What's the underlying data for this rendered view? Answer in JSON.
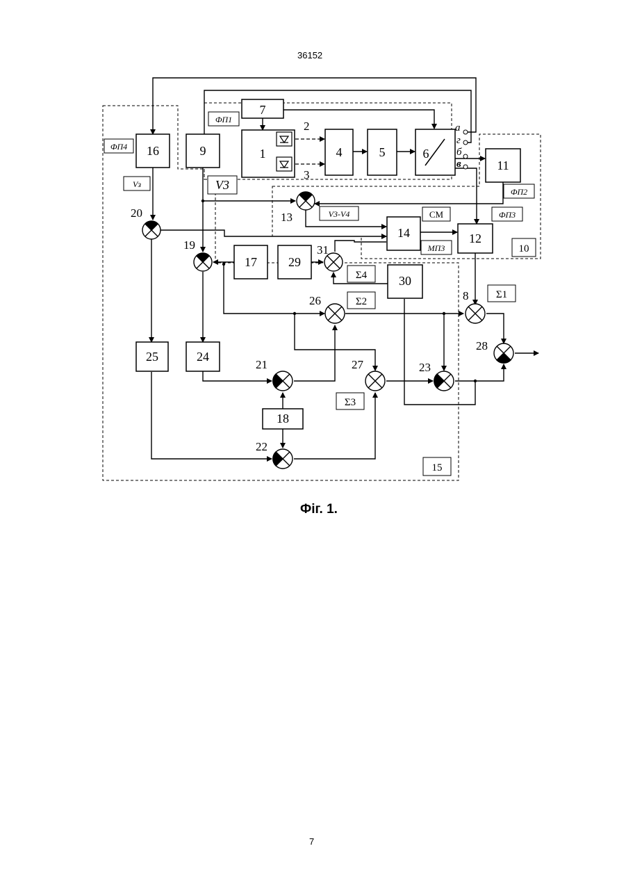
{
  "doc_number": "36152",
  "page_number": "7",
  "caption": "Фіг. 1.",
  "blocks": {
    "b1": "1",
    "b4": "4",
    "b5": "5",
    "b6": "6",
    "b7": "7",
    "b9": "9",
    "b11": "11",
    "b12": "12",
    "b14": "14",
    "b16": "16",
    "b17": "17",
    "b18": "18",
    "b24": "24",
    "b25": "25",
    "b29": "29",
    "b30": "30"
  },
  "nodes": {
    "n8": "8",
    "n13": "13",
    "n19": "19",
    "n20": "20",
    "n21": "21",
    "n22": "22",
    "n23": "23",
    "n26": "26",
    "n27": "27",
    "n28": "28",
    "n31": "31"
  },
  "labels": {
    "ray2": "2",
    "ray3": "3",
    "sw_a": "а",
    "sw_g": "г",
    "sw_b": "б",
    "sw_v": "в",
    "fp1": "ФП1",
    "fp2": "ФП2",
    "fp3": "ФП3",
    "fp4": "ФП4",
    "v3_small": "Vз",
    "v3_big": "V3",
    "v3v4": "V3-V4",
    "cm": "СМ",
    "mp3": "МП3",
    "s1": "Σ1",
    "s2": "Σ2",
    "s3": "Σ3",
    "s4": "Σ4",
    "g10": "10",
    "g15": "15"
  }
}
